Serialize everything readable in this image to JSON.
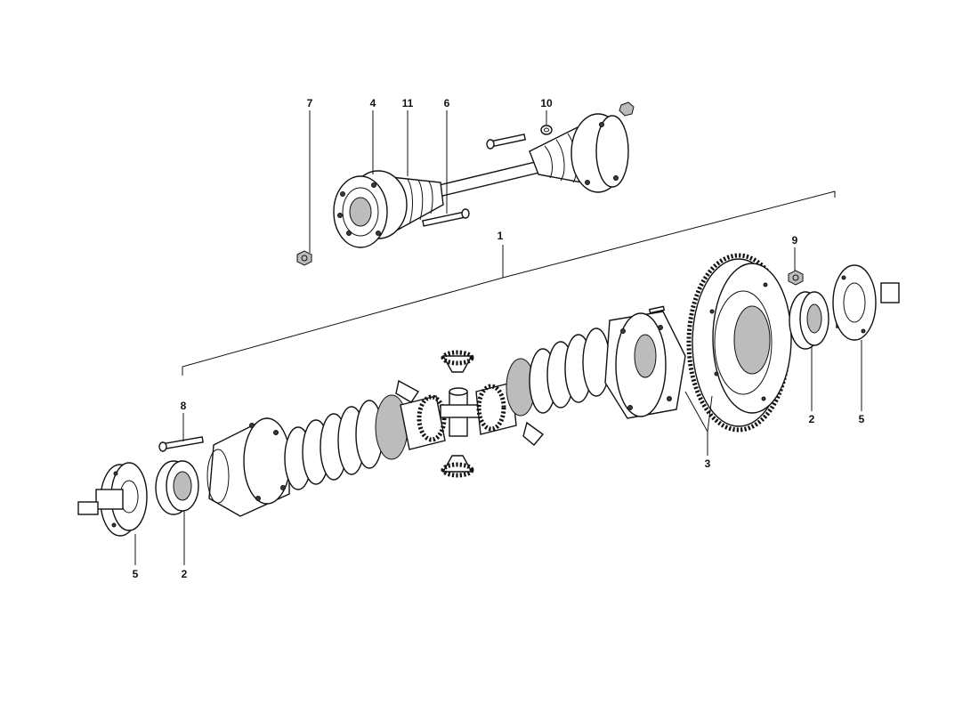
{
  "diagram": {
    "callouts": {
      "c7": "7",
      "c4": "4",
      "c11": "11",
      "c6": "6",
      "c10": "10",
      "c1": "1",
      "c9": "9",
      "c8": "8",
      "c2_left": "2",
      "c5_left": "5",
      "c3": "3",
      "c2_right": "2",
      "c5_right": "5"
    }
  }
}
